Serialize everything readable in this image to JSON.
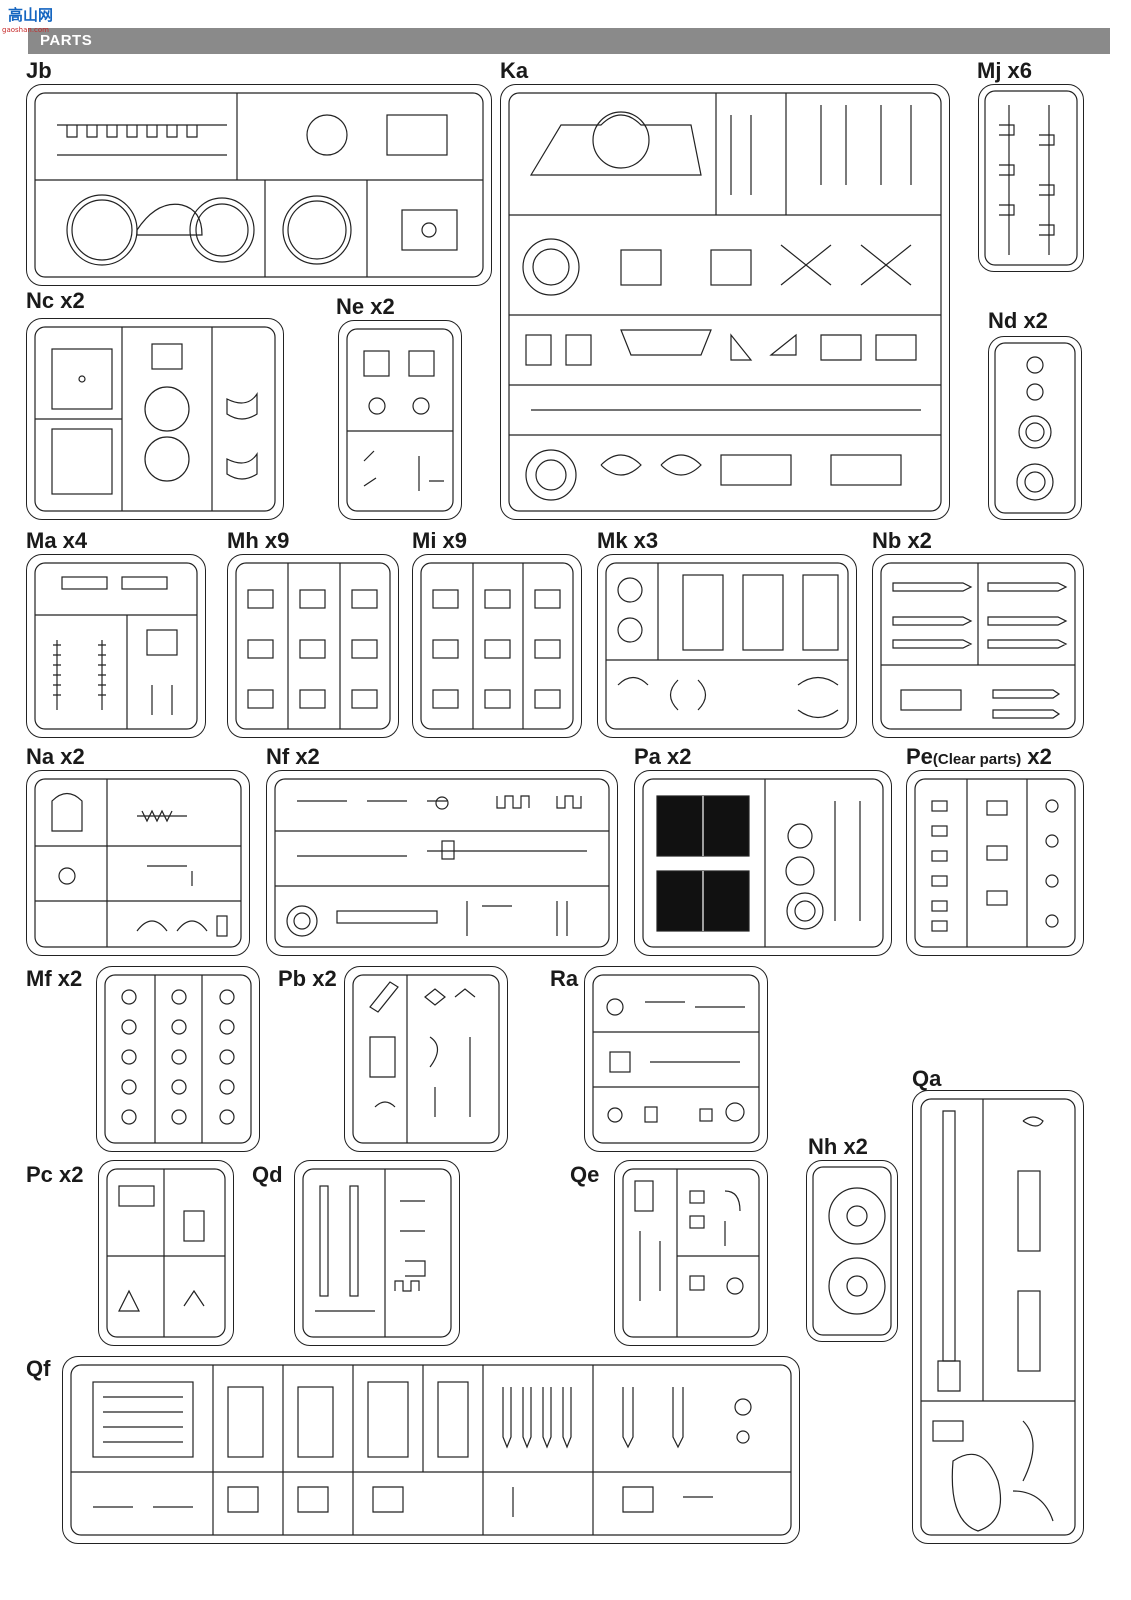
{
  "header": {
    "title": "PARTS"
  },
  "logo": {
    "mark": "高山网",
    "url": "gaoshan.com"
  },
  "sprues": {
    "jb": "Jb",
    "ka": "Ka",
    "mj": "Mj x6",
    "nc": "Nc x2",
    "ne": "Ne x2",
    "nd": "Nd x2",
    "ma": "Ma x4",
    "mh": "Mh x9",
    "mi": "Mi x9",
    "mk": "Mk x3",
    "nb": "Nb x2",
    "na": "Na x2",
    "nf": "Nf x2",
    "pa": "Pa x2",
    "pe": {
      "name": "Pe",
      "note": "(Clear parts)",
      "count": "x2"
    },
    "mf": "Mf x2",
    "pb": "Pb x2",
    "ra": "Ra",
    "qa": "Qa",
    "nh": "Nh x2",
    "pc": "Pc x2",
    "qd": "Qd",
    "qe": "Qe",
    "qf": "Qf"
  },
  "colors": {
    "header_bar": "#8a8a8a",
    "outline": "#222222",
    "background": "#ffffff"
  }
}
